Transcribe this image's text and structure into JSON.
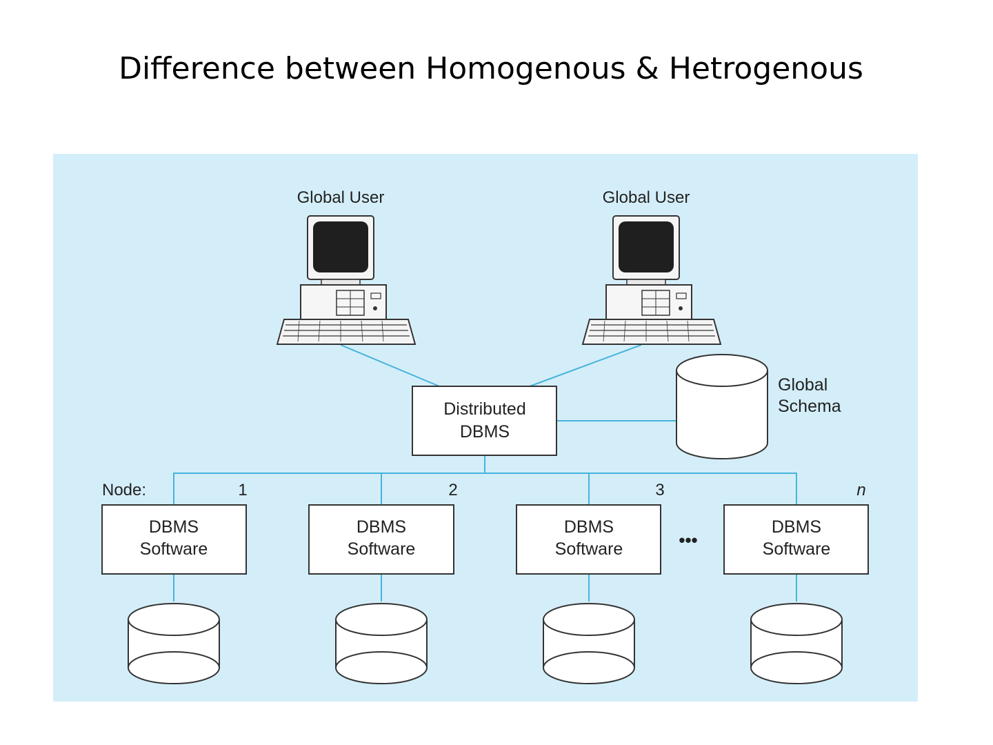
{
  "slide": {
    "title": "Difference between Homogenous & Hetrogenous"
  },
  "colors": {
    "panel_background": "#d4eef9",
    "connector": "#47b3dc",
    "box_border": "#333333",
    "monitor_screen": "#1f1f1f"
  },
  "diagram": {
    "global_users": [
      {
        "label": "Global User",
        "icon": "computer-icon"
      },
      {
        "label": "Global User",
        "icon": "computer-icon"
      }
    ],
    "central": {
      "line1": "Distributed",
      "line2": "DBMS"
    },
    "global_schema": {
      "line1": "Global",
      "line2": "Schema",
      "icon": "database-cylinder-icon"
    },
    "node_prefix": "Node:",
    "ellipsis": "•••",
    "nodes": [
      {
        "number": "1",
        "line1": "DBMS",
        "line2": "Software",
        "icon": "database-cylinder-icon"
      },
      {
        "number": "2",
        "line1": "DBMS",
        "line2": "Software",
        "icon": "database-cylinder-icon"
      },
      {
        "number": "3",
        "line1": "DBMS",
        "line2": "Software",
        "icon": "database-cylinder-icon"
      },
      {
        "number": "n",
        "line1": "DBMS",
        "line2": "Software",
        "icon": "database-cylinder-icon"
      }
    ]
  }
}
